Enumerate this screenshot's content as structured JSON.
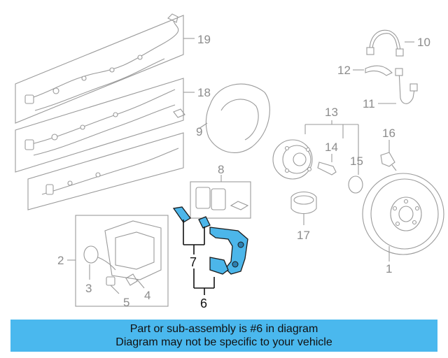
{
  "diagram": {
    "callouts": {
      "c1": "1",
      "c2": "2",
      "c3": "3",
      "c4": "4",
      "c5": "5",
      "c6": "6",
      "c7": "7",
      "c8": "8",
      "c9": "9",
      "c10": "10",
      "c11": "11",
      "c12": "12",
      "c13": "13",
      "c14": "14",
      "c15": "15",
      "c16": "16",
      "c17": "17",
      "c18": "18",
      "c19": "19"
    },
    "highlight_color": "#4cb6ea",
    "line_color": "#9a9a9a"
  },
  "banner": {
    "line1": "Part or sub-assembly is #6 in diagram",
    "line2": "Diagram may not be specific to your vehicle",
    "background": "#4ab8ee"
  }
}
